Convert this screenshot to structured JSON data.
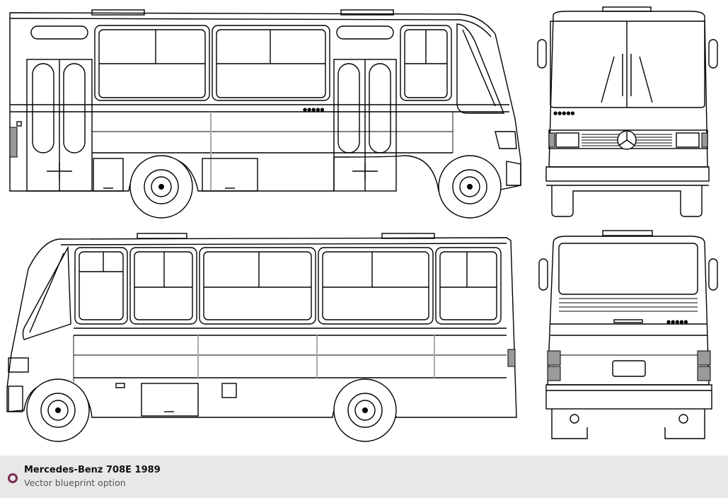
{
  "caption": {
    "title": "Mercedes-Benz 708E 1989",
    "subtitle": "Vector blueprint option",
    "icon": "ring-bullet-icon",
    "icon_color": "#7a2a4e",
    "background": "#e8e8e8"
  },
  "drawing": {
    "views": [
      "side-left",
      "front",
      "side-right",
      "rear"
    ],
    "badge_text": "●●●●●"
  }
}
